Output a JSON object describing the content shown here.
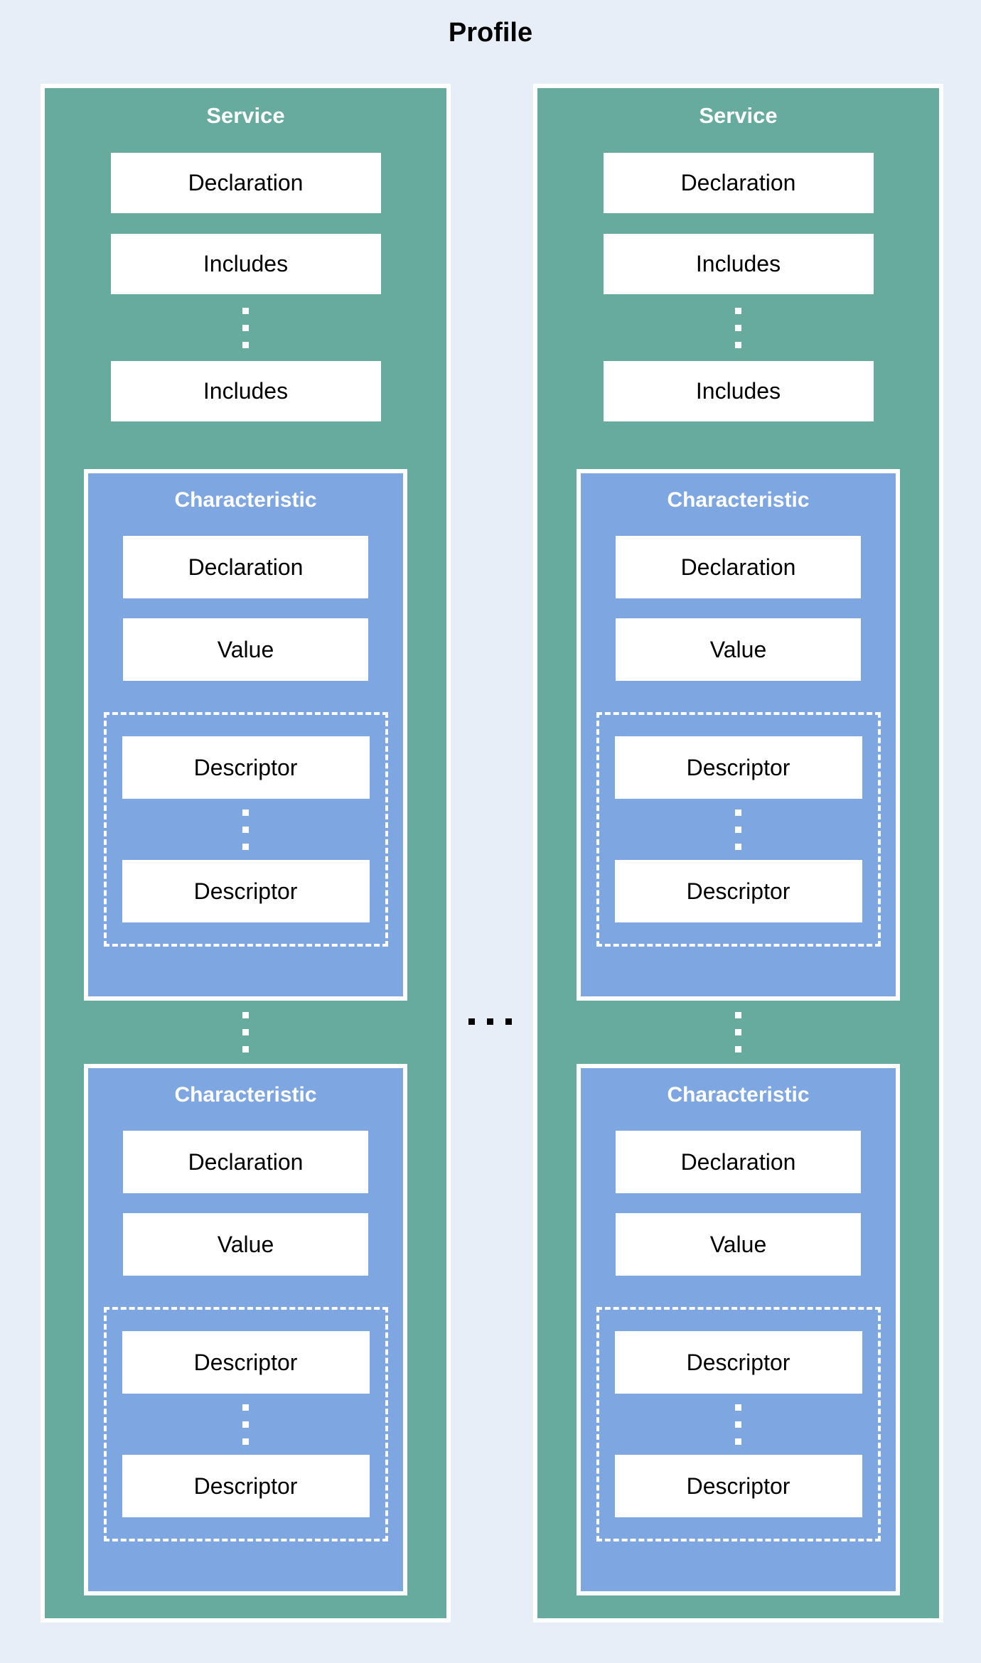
{
  "title": "Profile",
  "colors": {
    "background": "#e8eef7",
    "service-fill": "#67ab9f",
    "characteristic-fill": "#7ea6e0",
    "box-fill": "#ffffff",
    "box-text": "#000000",
    "header-text": "#ffffff",
    "title-text": "#000000",
    "ellipsis-dot": "#000000"
  },
  "icons": {
    "vertical-ellipsis": "⋮",
    "horizontal-ellipsis": ". . ."
  },
  "services": [
    {
      "title": "Service",
      "declaration": "Declaration",
      "includes": [
        "Includes",
        "Includes"
      ],
      "characteristics": [
        {
          "title": "Characteristic",
          "declaration": "Declaration",
          "value": "Value",
          "descriptors": [
            "Descriptor",
            "Descriptor"
          ]
        },
        {
          "title": "Characteristic",
          "declaration": "Declaration",
          "value": "Value",
          "descriptors": [
            "Descriptor",
            "Descriptor"
          ]
        }
      ]
    },
    {
      "title": "Service",
      "declaration": "Declaration",
      "includes": [
        "Includes",
        "Includes"
      ],
      "characteristics": [
        {
          "title": "Characteristic",
          "declaration": "Declaration",
          "value": "Value",
          "descriptors": [
            "Descriptor",
            "Descriptor"
          ]
        },
        {
          "title": "Characteristic",
          "declaration": "Declaration",
          "value": "Value",
          "descriptors": [
            "Descriptor",
            "Descriptor"
          ]
        }
      ]
    }
  ]
}
